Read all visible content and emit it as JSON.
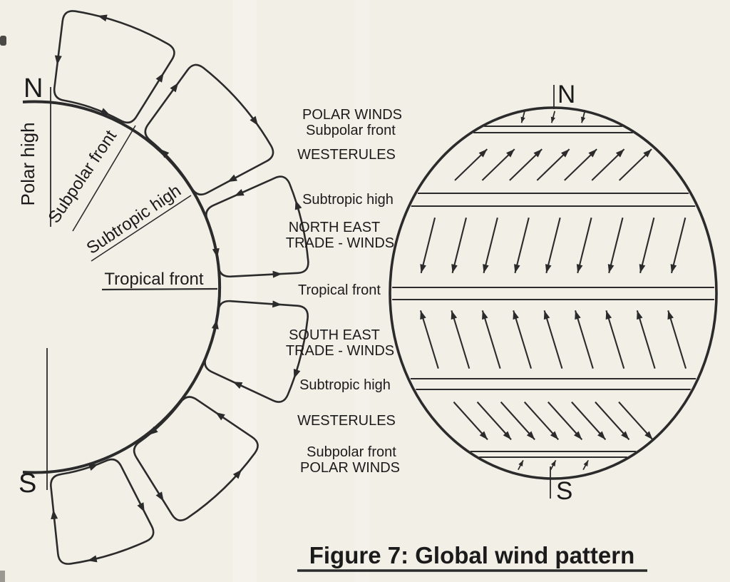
{
  "figure": {
    "caption": "Figure 7: Global wind pattern"
  },
  "colors": {
    "paper": "#f2efe7",
    "ink": "#2b2b2b",
    "text": "#1b1b1b"
  },
  "left_diagram": {
    "north_label": "N",
    "south_label": "S",
    "polar_high_label": "Polar high",
    "subpolar_front_label": "Subpolar front",
    "subtropic_high_label": "Subtropic high",
    "tropical_front_label": "Tropical front",
    "cells": [
      {
        "name": "polar-cell-north",
        "rotation": "counterclockwise"
      },
      {
        "name": "ferrel-cell-north",
        "rotation": "clockwise"
      },
      {
        "name": "hadley-cell-north",
        "rotation": "counterclockwise"
      },
      {
        "name": "hadley-cell-south",
        "rotation": "clockwise"
      },
      {
        "name": "ferrel-cell-south",
        "rotation": "counterclockwise"
      },
      {
        "name": "polar-cell-south",
        "rotation": "clockwise"
      }
    ]
  },
  "center_labels": [
    "POLAR WINDS",
    "Subpolar front",
    "WESTERULES",
    "Subtropic high",
    "NORTH EAST",
    "TRADE - WINDS",
    "Tropical front",
    "SOUTH EAST",
    "TRADE - WINDS",
    "Subtropic high",
    "WESTERULES",
    "Subpolar front",
    "POLAR WINDS"
  ],
  "globe": {
    "north_label": "N",
    "south_label": "S",
    "front_lines": [
      "subpolar-front-north",
      "subtropic-high-north",
      "tropical-front",
      "subtropic-high-south",
      "subpolar-front-south"
    ],
    "bands": [
      {
        "name": "polar-winds-north",
        "arrow_count": 3,
        "arrow_direction": "down-left",
        "size": "small"
      },
      {
        "name": "westerlies-north",
        "arrow_count": 7,
        "arrow_direction": "up-right",
        "size": "large"
      },
      {
        "name": "northeast-trade-winds",
        "arrow_count": 9,
        "arrow_direction": "down-left-steep",
        "size": "large"
      },
      {
        "name": "southeast-trade-winds",
        "arrow_count": 9,
        "arrow_direction": "up-left-steep",
        "size": "large"
      },
      {
        "name": "westerlies-south",
        "arrow_count": 8,
        "arrow_direction": "down-right",
        "size": "large"
      },
      {
        "name": "polar-winds-south",
        "arrow_count": 3,
        "arrow_direction": "up-right",
        "size": "small"
      }
    ]
  }
}
